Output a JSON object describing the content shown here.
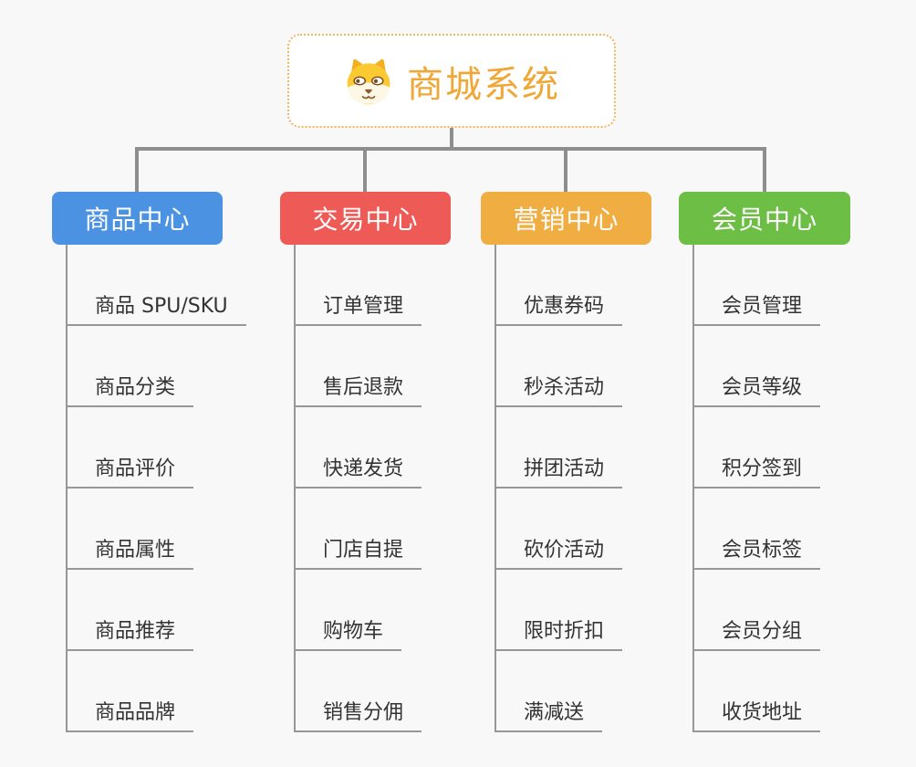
{
  "root": {
    "title": "商城系统",
    "icon": "dog-icon"
  },
  "branches": [
    {
      "label": "商品中心",
      "color": "#4b92e3",
      "items": [
        "商品 SPU/SKU",
        "商品分类",
        "商品评价",
        "商品属性",
        "商品推荐",
        "商品品牌"
      ]
    },
    {
      "label": "交易中心",
      "color": "#ee5b56",
      "items": [
        "订单管理",
        "售后退款",
        "快递发货",
        "门店自提",
        "购物车",
        "销售分佣"
      ]
    },
    {
      "label": "营销中心",
      "color": "#efad42",
      "items": [
        "优惠券码",
        "秒杀活动",
        "拼团活动",
        "砍价活动",
        "限时折扣",
        "满减送"
      ]
    },
    {
      "label": "会员中心",
      "color": "#6cbe45",
      "items": [
        "会员管理",
        "会员等级",
        "积分签到",
        "会员标签",
        "会员分组",
        "收货地址"
      ]
    }
  ],
  "colors": {
    "accent": "#f0a735",
    "root_border": "#f3b35c",
    "line": "#8e8e8e",
    "underline": "#979797",
    "text": "#333333",
    "background": "#f8f8f8"
  }
}
